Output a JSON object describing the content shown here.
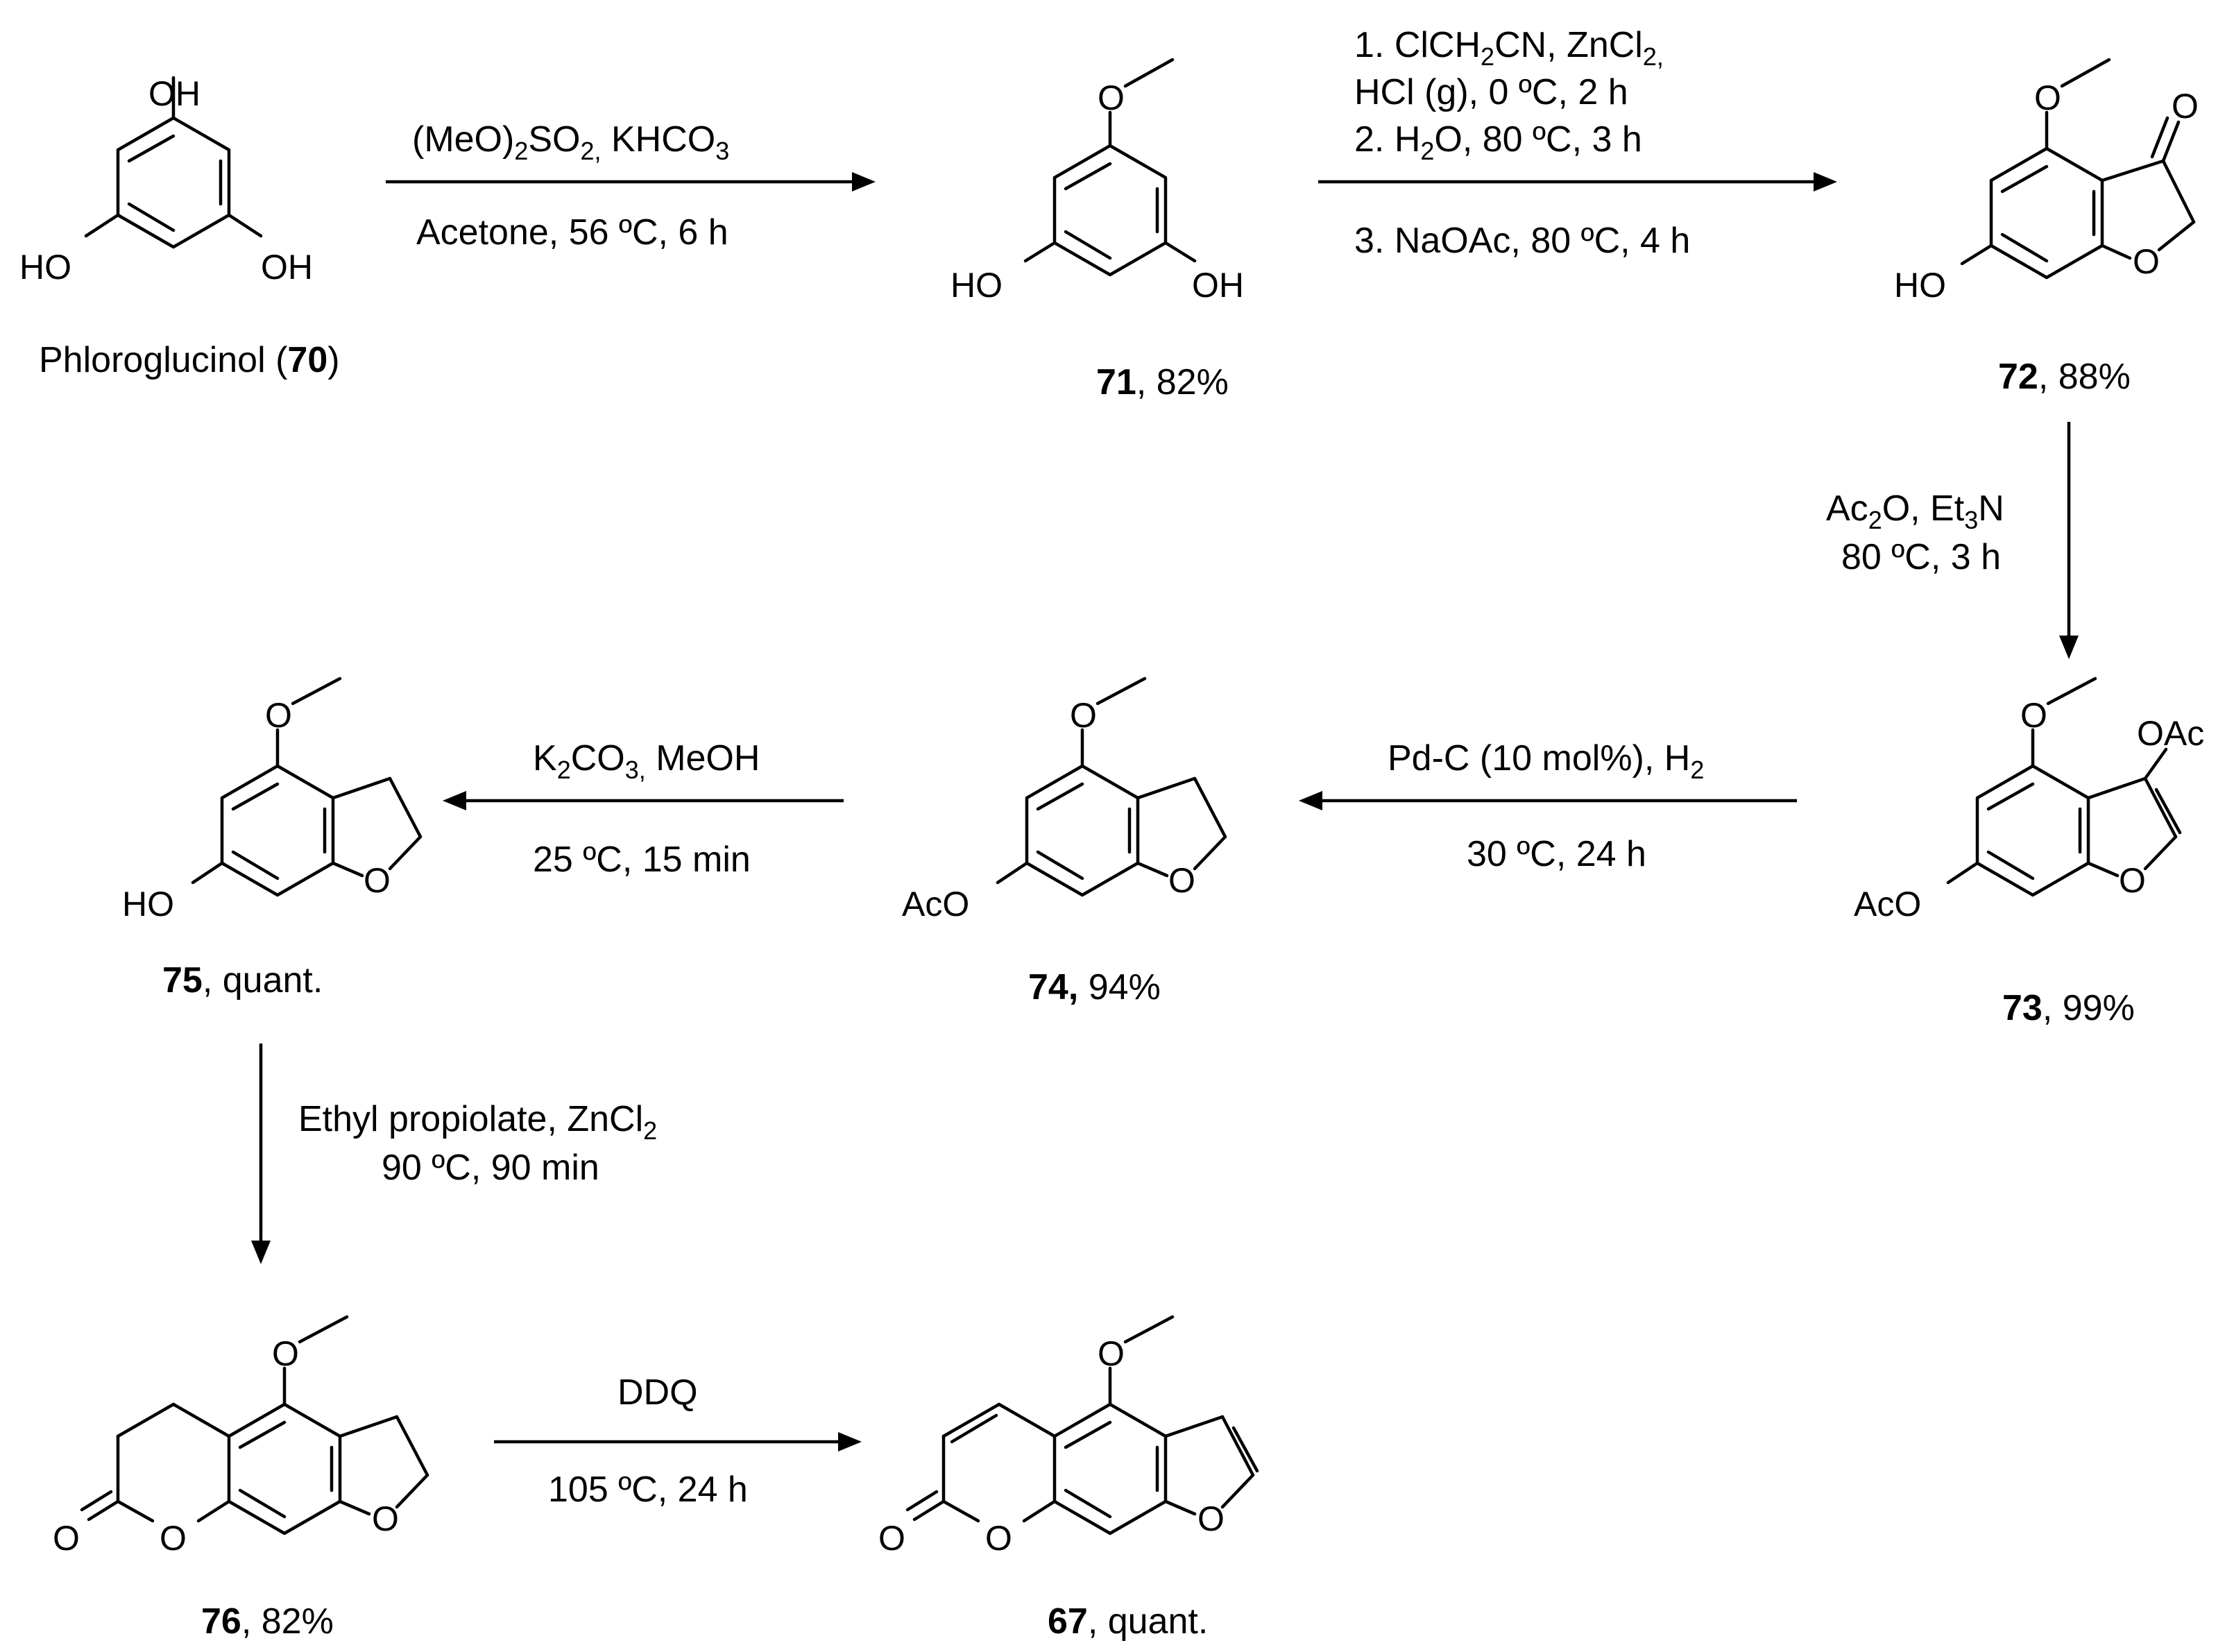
{
  "compounds": {
    "c70": {
      "number": "70",
      "name": "Phloroglucinol (",
      "suffix": ")"
    },
    "c71": {
      "number": "71",
      "suffix": ", 82%"
    },
    "c72": {
      "number": "72",
      "suffix": ", 88%"
    },
    "c73": {
      "number": "73",
      "suffix": ", 99%"
    },
    "c74": {
      "number": "74,",
      "suffix": " 94%"
    },
    "c75": {
      "number": "75",
      "suffix": ", quant."
    },
    "c76": {
      "number": "76",
      "suffix": ", 82%"
    },
    "c67": {
      "number": "67",
      "suffix": ", quant."
    }
  },
  "atoms": {
    "oh": "OH",
    "ho": "HO",
    "o": "O",
    "oac": "OAc",
    "aco": "AcO"
  },
  "conditions": {
    "step1": {
      "above": [
        "(MeO)",
        "2",
        "SO",
        "2,",
        " KHCO",
        "3"
      ],
      "below": "Acetone, 56 ºC, 6 h"
    },
    "step2": {
      "line1": [
        "1. ClCH",
        "2",
        "CN, ZnCl",
        "2,"
      ],
      "line2": "HCl (g), 0 ºC, 2 h",
      "line3": [
        "2. H",
        "2",
        "O, 80 ºC, 3 h"
      ],
      "line4": "3. NaOAc, 80 ºC, 4 h"
    },
    "step3": {
      "line1": [
        "Ac",
        "2",
        "O, Et",
        "3",
        "N"
      ],
      "line2": "80 ºC, 3 h"
    },
    "step4": {
      "above": [
        "Pd-C (10 mol%), H",
        "2"
      ],
      "below": "30 ºC, 24 h"
    },
    "step5": {
      "above": [
        "K",
        "2",
        "CO",
        "3,",
        " MeOH"
      ],
      "below": "25 ºC, 15 min"
    },
    "step6": {
      "line1": [
        "Ethyl propiolate, ZnCl",
        "2"
      ],
      "line2": "90 ºC, 90 min"
    },
    "step7": {
      "above": "DDQ",
      "below": "105 ºC, 24 h"
    }
  }
}
